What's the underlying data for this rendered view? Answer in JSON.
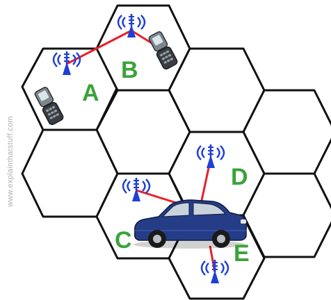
{
  "diagram": {
    "cells": [
      {
        "id": "A",
        "label": "A"
      },
      {
        "id": "B",
        "label": "B"
      },
      {
        "id": "C",
        "label": "C"
      },
      {
        "id": "D",
        "label": "D"
      },
      {
        "id": "E",
        "label": "E"
      }
    ],
    "watermark": "www.explainthatstuff.com"
  },
  "colors": {
    "cell_label": "#3aa33a",
    "hex_outline": "#111111",
    "antenna": "#1f3fd6",
    "link": "#e8202a",
    "watermark": "#b0b0b0"
  },
  "icons": {
    "antenna": "antenna-tower-icon",
    "phone": "flip-phone-icon",
    "car": "car-icon"
  }
}
